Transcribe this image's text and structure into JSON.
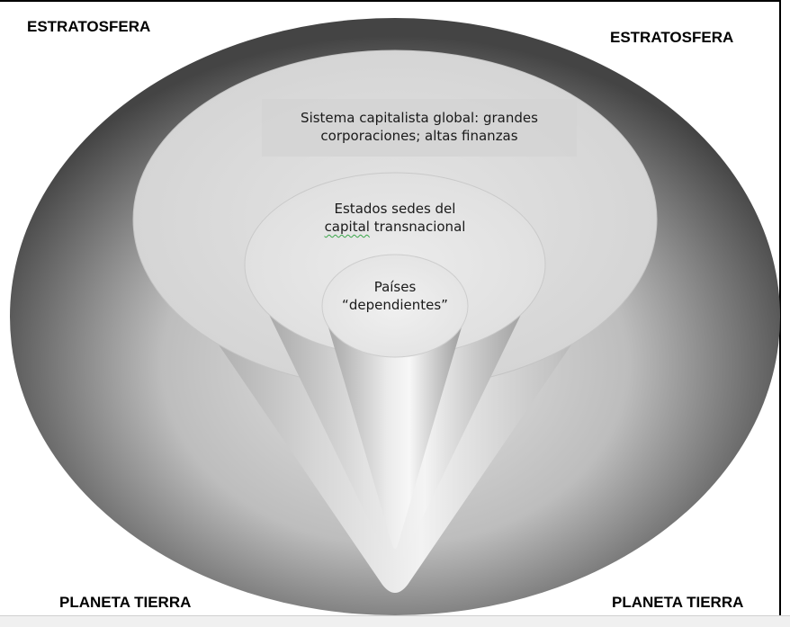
{
  "labels": {
    "top_left": "ESTRATOSFERA",
    "top_right": "ESTRATOSFERA",
    "bottom_left": "PLANETA TIERRA",
    "bottom_right": "PLANETA TIERRA"
  },
  "levels": {
    "outer": {
      "line1": "Sistema capitalista global: grandes",
      "line2": "corporaciones; altas finanzas"
    },
    "middle": {
      "line1": "Estados sedes del",
      "line2_word1": "capital",
      "line2_rest": " transnacional"
    },
    "inner": {
      "line1": "Países",
      "line2": "“dependientes”"
    }
  },
  "colors": {
    "background_dark": "#3f3f3f",
    "background_light": "#d9d9d9",
    "cone_light": "#e8e8e8",
    "cone_shade": "#9a9a9a",
    "spellcheck": "#3aa64a"
  }
}
